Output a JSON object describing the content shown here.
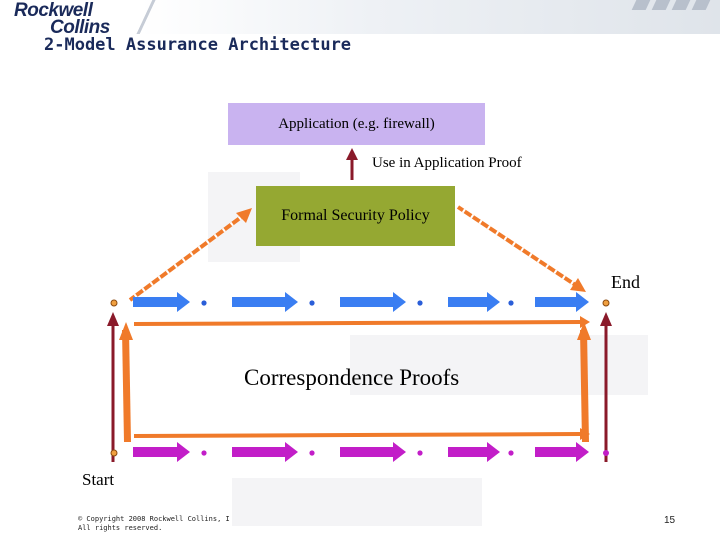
{
  "header": {
    "logo_line1": "Rockwell",
    "logo_line2": "Collins",
    "title": "2-Model Assurance Architecture"
  },
  "diagram": {
    "application_box": "Application (e.g. firewall)",
    "use_label": "Use in Application Proof",
    "policy_box": "Formal Security Policy",
    "end_label": "End",
    "correspondence_label": "Correspondence Proofs",
    "start_label": "Start"
  },
  "colors": {
    "application_fill": "#c9b3f0",
    "policy_fill": "#95a832",
    "orange": "#f07a2a",
    "blue": "#3a7ef2",
    "magenta": "#c21ec8",
    "dark_red": "#8a1a2a",
    "dot_blue": "#2a5ed8"
  },
  "footer": {
    "copyright_line1": "© Copyright 2008 Rockwell Collins, Ir",
    "copyright_line2": "All rights reserved.",
    "page_number": "15"
  }
}
